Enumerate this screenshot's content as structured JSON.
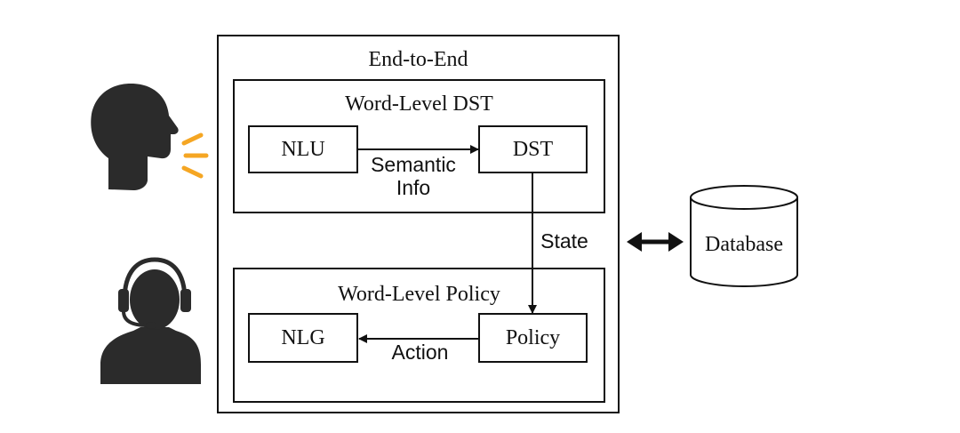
{
  "outer_box": {
    "title": "End-to-End"
  },
  "dst_group": {
    "title": "Word-Level DST",
    "nodes": {
      "nlu": "NLU",
      "dst": "DST"
    },
    "edge_label_line1": "Semantic",
    "edge_label_line2": "Info"
  },
  "policy_group": {
    "title": "Word-Level Policy",
    "nodes": {
      "nlg": "NLG",
      "policy": "Policy"
    },
    "edge_label": "Action"
  },
  "state_label": "State",
  "database": {
    "label": "Database"
  },
  "icons": {
    "user": "speaking-person-icon",
    "agent": "headset-agent-icon",
    "sound": "sound-waves-icon"
  },
  "colors": {
    "stroke": "#111111",
    "icon": "#2b2b2b",
    "sound_waves": "#f5a623"
  }
}
